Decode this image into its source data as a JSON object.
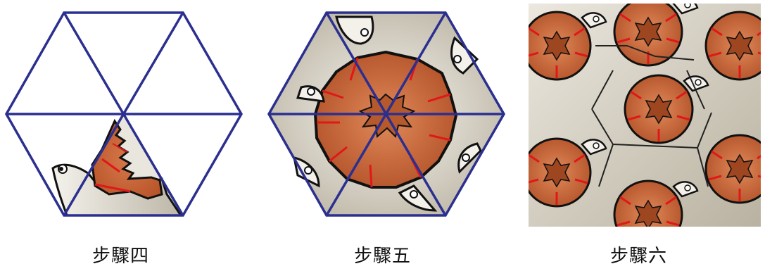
{
  "steps": [
    {
      "label": "步驟四"
    },
    {
      "label": "步驟五"
    },
    {
      "label": "步驟六"
    }
  ],
  "colors": {
    "grid_line": "#2b2f8f",
    "wing_fill": "#cf7440",
    "wing_edge": "#e01818",
    "outline": "#111111",
    "body_fill": "#dcd8cc"
  },
  "icons": [
    "fish-bird-motif-icon"
  ]
}
